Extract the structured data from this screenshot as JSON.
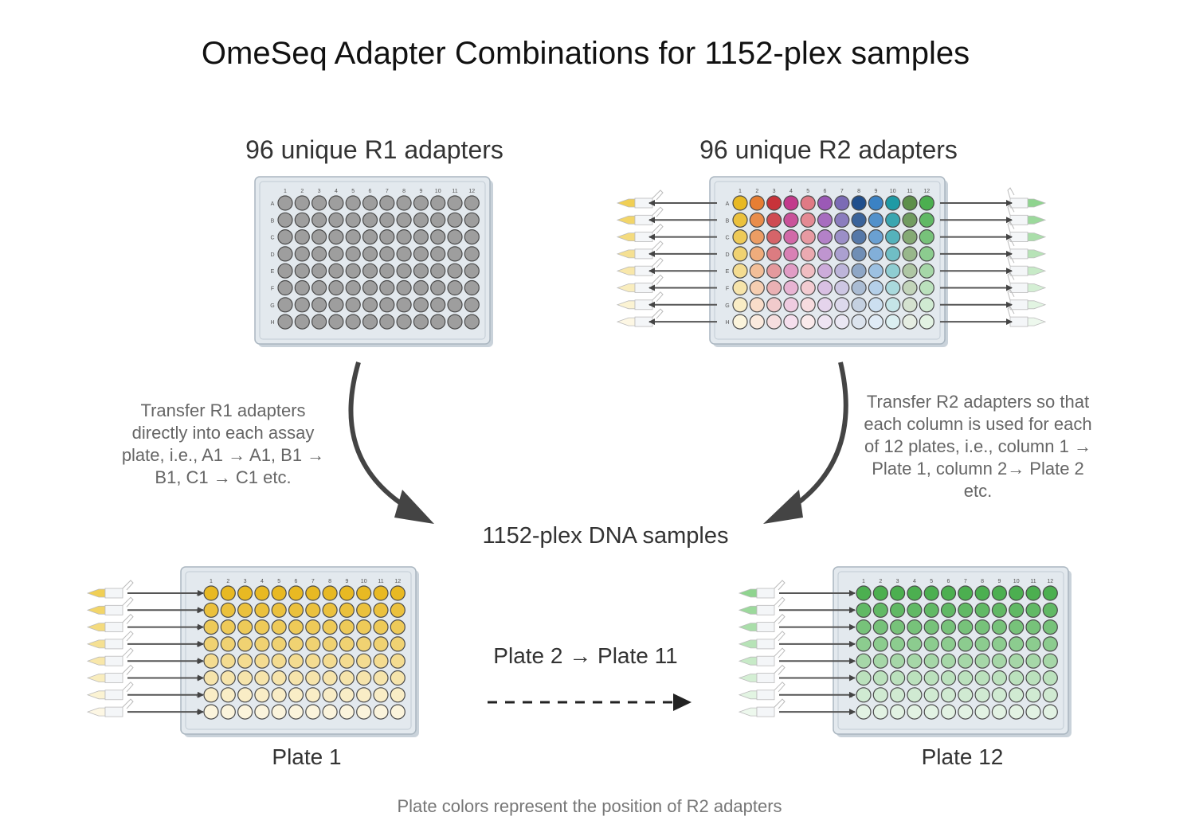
{
  "title": "OmeSeq Adapter Combinations for 1152-plex samples",
  "r1_heading": "96 unique R1 adapters",
  "r2_heading": "96 unique R2 adapters",
  "r1_note": "Transfer R1 adapters directly into each assay plate, i.e., A1 → A1, B1 → B1, C1 → C1 etc.",
  "r2_note": "Transfer R2 adapters so that each column is used for each of 12 plates, i.e., column 1 → Plate 1, column 2→ Plate 2 etc.",
  "samples_heading": "1152-plex DNA samples",
  "middle_label": "Plate 2 → Plate 11",
  "plate1_label": "Plate 1",
  "plate12_label": "Plate 12",
  "footer": "Plate colors represent the position of R2 adapters",
  "plate_columns": [
    "1",
    "2",
    "3",
    "4",
    "5",
    "6",
    "7",
    "8",
    "9",
    "10",
    "11",
    "12"
  ],
  "plate_rows": [
    "A",
    "B",
    "C",
    "D",
    "E",
    "F",
    "G",
    "H"
  ],
  "colors": {
    "r1_well": "#9e9e9e",
    "plate_body": "#e3e9ee",
    "plate_border": "#aab6c0",
    "arrow": "#444444",
    "r2_columns": [
      "#e8b923",
      "#e67e33",
      "#c8333a",
      "#c23a8c",
      "#e07a85",
      "#9b59b6",
      "#7b6bb5",
      "#1f4e8c",
      "#3b82c4",
      "#1f9aa5",
      "#5e8f4a",
      "#4caf50"
    ],
    "plate1_well": "#e8b923",
    "plate12_well": "#4caf50",
    "tube_yellow": "#f0cf55",
    "tube_green": "#8fd48f"
  },
  "icons": [
    "curved-arrow-icon",
    "dashed-arrow-icon",
    "pipette-tube-icon",
    "well-plate-icon"
  ]
}
